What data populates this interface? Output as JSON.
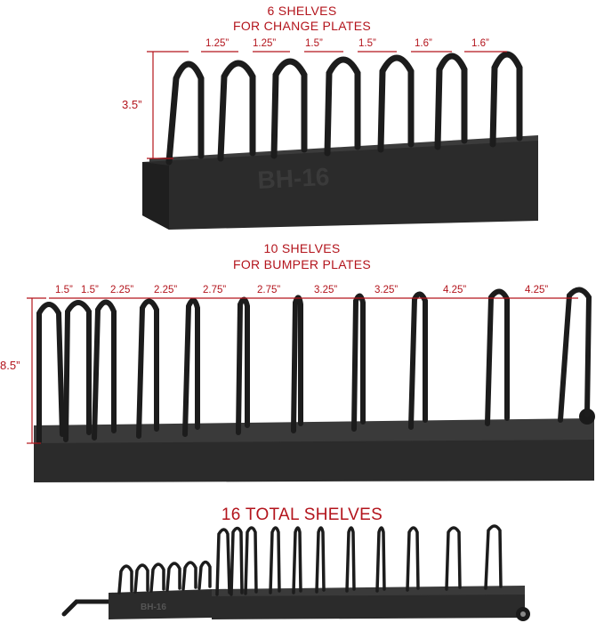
{
  "section1": {
    "title_line1": "6 SHELVES",
    "title_line2": "FOR CHANGE PLATES",
    "height_label": "3.5”",
    "spacings": [
      "1.25”",
      "1.25”",
      "1.5”",
      "1.5”",
      "1.6”",
      "1.6”"
    ],
    "rack_label": "BH-16"
  },
  "section2": {
    "title_line1": "10 SHELVES",
    "title_line2": "FOR BUMPER PLATES",
    "height_label": "8.5”",
    "spacings": [
      "1.5”",
      "1.5”",
      "2.25”",
      "2.25”",
      "2.75”",
      "2.75”",
      "3.25”",
      "3.25”",
      "4.25”",
      "4.25”"
    ]
  },
  "section3": {
    "title": "16 TOTAL SHELVES",
    "rack_label": "BH-16"
  },
  "colors": {
    "accent": "#b3141c",
    "rack": "#2a2a2a",
    "rack_top": "#3a3a3a"
  }
}
